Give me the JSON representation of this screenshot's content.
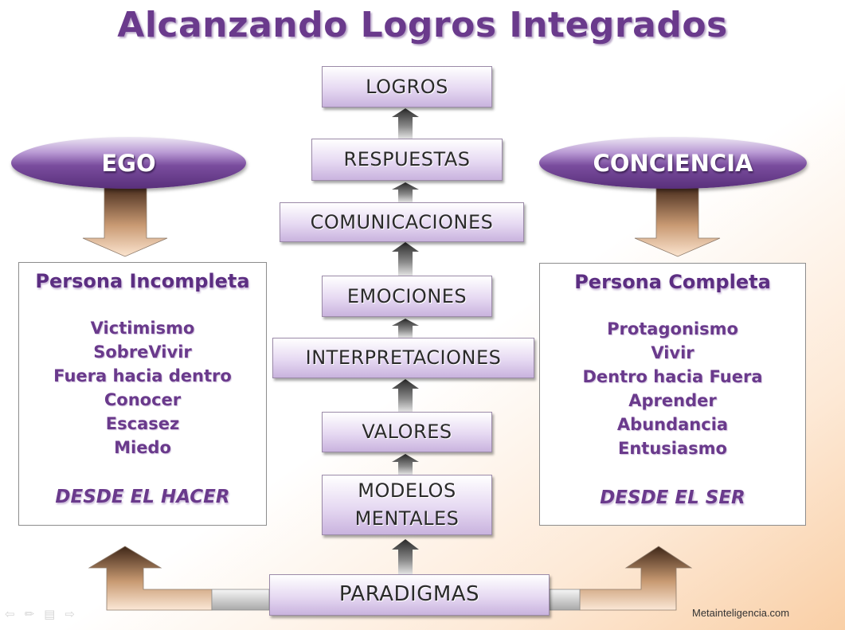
{
  "title": "Alcanzando Logros Integrados",
  "stack": [
    {
      "id": "logros",
      "label": "LOGROS"
    },
    {
      "id": "respuestas",
      "label": "RESPUESTAS"
    },
    {
      "id": "comunicaciones",
      "label": "COMUNICACIONES"
    },
    {
      "id": "emociones",
      "label": "EMOCIONES"
    },
    {
      "id": "interpretaciones",
      "label": "INTERPRETACIONES"
    },
    {
      "id": "valores",
      "label": "VALORES"
    },
    {
      "id": "modelos-mentales",
      "label": "MODELOS\nMENTALES"
    },
    {
      "id": "paradigmas",
      "label": "PARADIGMAS"
    }
  ],
  "left": {
    "ellipse": "EGO",
    "panel_title": "Persona Incompleta",
    "items": [
      "Victimismo",
      "SobreVivir",
      "Fuera hacia dentro",
      "Conocer",
      "Escasez",
      "Miedo"
    ],
    "footer": "DESDE EL HACER"
  },
  "right": {
    "ellipse": "CONCIENCIA",
    "panel_title": "Persona Completa",
    "items": [
      "Protagonismo",
      "Vivir",
      "Dentro hacia Fuera",
      "Aprender",
      "Abundancia",
      "Entusiasmo"
    ],
    "footer": "DESDE EL SER"
  },
  "footer_url": "Metainteligencia.com",
  "nav_icons": [
    "back-icon",
    "pen-icon",
    "menu-icon",
    "forward-icon"
  ],
  "colors": {
    "accent_purple": "#6a3a8c",
    "ellipse_dark": "#59307b",
    "arrow_brown": "#5a3e2b"
  }
}
